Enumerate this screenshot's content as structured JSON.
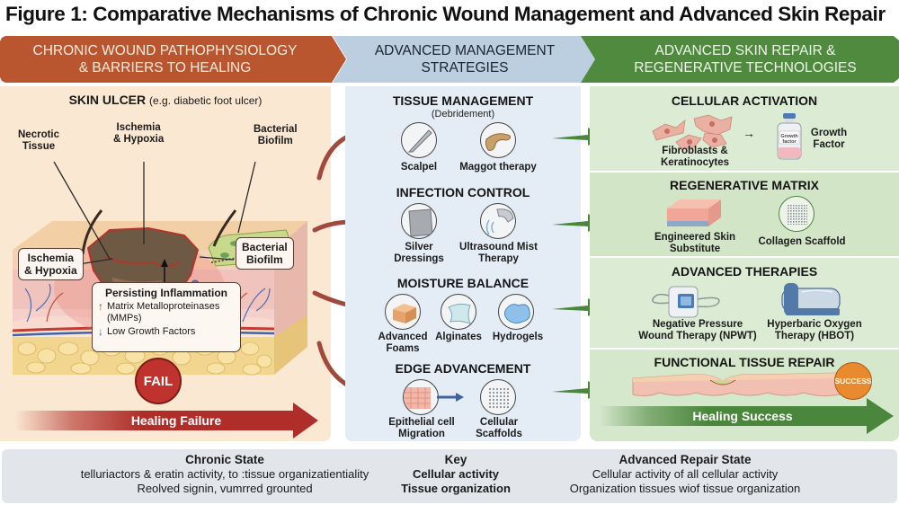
{
  "title": "Figure 1: Comparative Mechanisms of Chronic Wound Management and Advanced Skin Repair",
  "banners": [
    {
      "line1": "CHRONIC WOUND PATHOPHYSIOLOGY",
      "line2": "& BARRIERS TO HEALING",
      "color": "#b9552f"
    },
    {
      "line1": "ADVANCED MANAGEMENT",
      "line2": "STRATEGIES",
      "color": "#bccfe0"
    },
    {
      "line1": "ADVANCED SKIN REPAIR &",
      "line2": "REGENERATIVE TECHNOLOGIES",
      "color": "#4f8a3f"
    }
  ],
  "left_panel": {
    "heading": "SKIN ULCER",
    "heading_note": "(e.g. diabetic foot ulcer)",
    "labels": {
      "necrotic": [
        "Necrotic",
        "Tissue"
      ],
      "ischemia_top": [
        "Ischemia",
        "& Hypoxia"
      ],
      "biofilm_top": [
        "Bacterial",
        "Biofilm"
      ],
      "ischemia_box": [
        "Ischemia",
        "& Hypoxia"
      ],
      "biofilm_box": [
        "Bacterial",
        "Biofilm"
      ]
    },
    "inflammation": {
      "title": "Persisting Inflammation",
      "up_item": [
        "Matrix Metalloproteinases",
        "(MMPs)"
      ],
      "down_item": "Low Growth Factors"
    },
    "fail_badge": "FAIL",
    "outcome": "Healing Failure"
  },
  "middle_panel": {
    "sections": [
      {
        "title": "TISSUE MANAGEMENT",
        "subtitle": "(Debridement)",
        "items": [
          {
            "icon": "scalpel-icon",
            "label": [
              "Scalpel"
            ]
          },
          {
            "icon": "maggot-icon",
            "label": [
              "Maggot therapy"
            ]
          }
        ]
      },
      {
        "title": "INFECTION CONTROL",
        "items": [
          {
            "icon": "silver-dressing-icon",
            "label": [
              "Silver",
              "Dressings"
            ]
          },
          {
            "icon": "ultrasound-mist-icon",
            "label": [
              "Ultrasound Mist",
              "Therapy"
            ]
          }
        ]
      },
      {
        "title": "MOISTURE BALANCE",
        "items": [
          {
            "icon": "foam-icon",
            "label": [
              "Advanced",
              "Foams"
            ]
          },
          {
            "icon": "alginate-icon",
            "label": [
              "Alginates"
            ]
          },
          {
            "icon": "hydrogel-icon",
            "label": [
              "Hydrogels"
            ]
          }
        ]
      },
      {
        "title": "EDGE ADVANCEMENT",
        "items": [
          {
            "icon": "epithelial-migration-icon",
            "label": [
              "Epithelial cell",
              "Migration"
            ]
          },
          {
            "icon": "cellular-scaffold-icon",
            "label": [
              "Cellular",
              "Scaffolds"
            ]
          }
        ]
      }
    ]
  },
  "right_panel": {
    "sections": [
      {
        "title": "CELLULAR ACTIVATION",
        "items": [
          {
            "icon": "fibroblast-cells-icon",
            "label": [
              "Fibroblasts &",
              "Keratinocytes"
            ]
          },
          {
            "icon": "growth-factor-vial-icon",
            "label": [
              "Growth",
              "Factor"
            ],
            "vial_text": [
              "Growth",
              "factor"
            ]
          }
        ]
      },
      {
        "title": "REGENERATIVE MATRIX",
        "items": [
          {
            "icon": "skin-substitute-icon",
            "label": [
              "Engineered Skin",
              "Substitute"
            ]
          },
          {
            "icon": "collagen-scaffold-icon",
            "label": [
              "Collagen Scaffold"
            ]
          }
        ]
      },
      {
        "title": "ADVANCED THERAPIES",
        "items": [
          {
            "icon": "npwt-device-icon",
            "label": [
              "Negative Pressure",
              "Wound Therapy (NPWT)"
            ]
          },
          {
            "icon": "hbot-chamber-icon",
            "label": [
              "Hyperbaric Oxygen",
              "Therapy (HBOT)"
            ]
          }
        ]
      },
      {
        "title": "FUNCTIONAL TISSUE REPAIR",
        "success_badge": "SUCCESS",
        "outcome": "Healing Success"
      }
    ]
  },
  "legend": {
    "chronic": {
      "title": "Chronic State",
      "lines": [
        "telluriactors & eratin activity, to :tissue organizatientiality",
        "Reolved signin, vumrred grounted"
      ]
    },
    "key": {
      "title": "Key",
      "lines": [
        "Cellular activity",
        "Tissue organization"
      ]
    },
    "advanced": {
      "title": "Advanced Repair State",
      "lines": [
        "Cellular activity of all cellular activity",
        "Organization tissues wiof tissue organization"
      ]
    }
  },
  "colors": {
    "failure_red": "#b02e2a",
    "success_green": "#4a863c",
    "success_orange": "#e98a2e",
    "flow_arrow_brown": "#a2493d"
  }
}
